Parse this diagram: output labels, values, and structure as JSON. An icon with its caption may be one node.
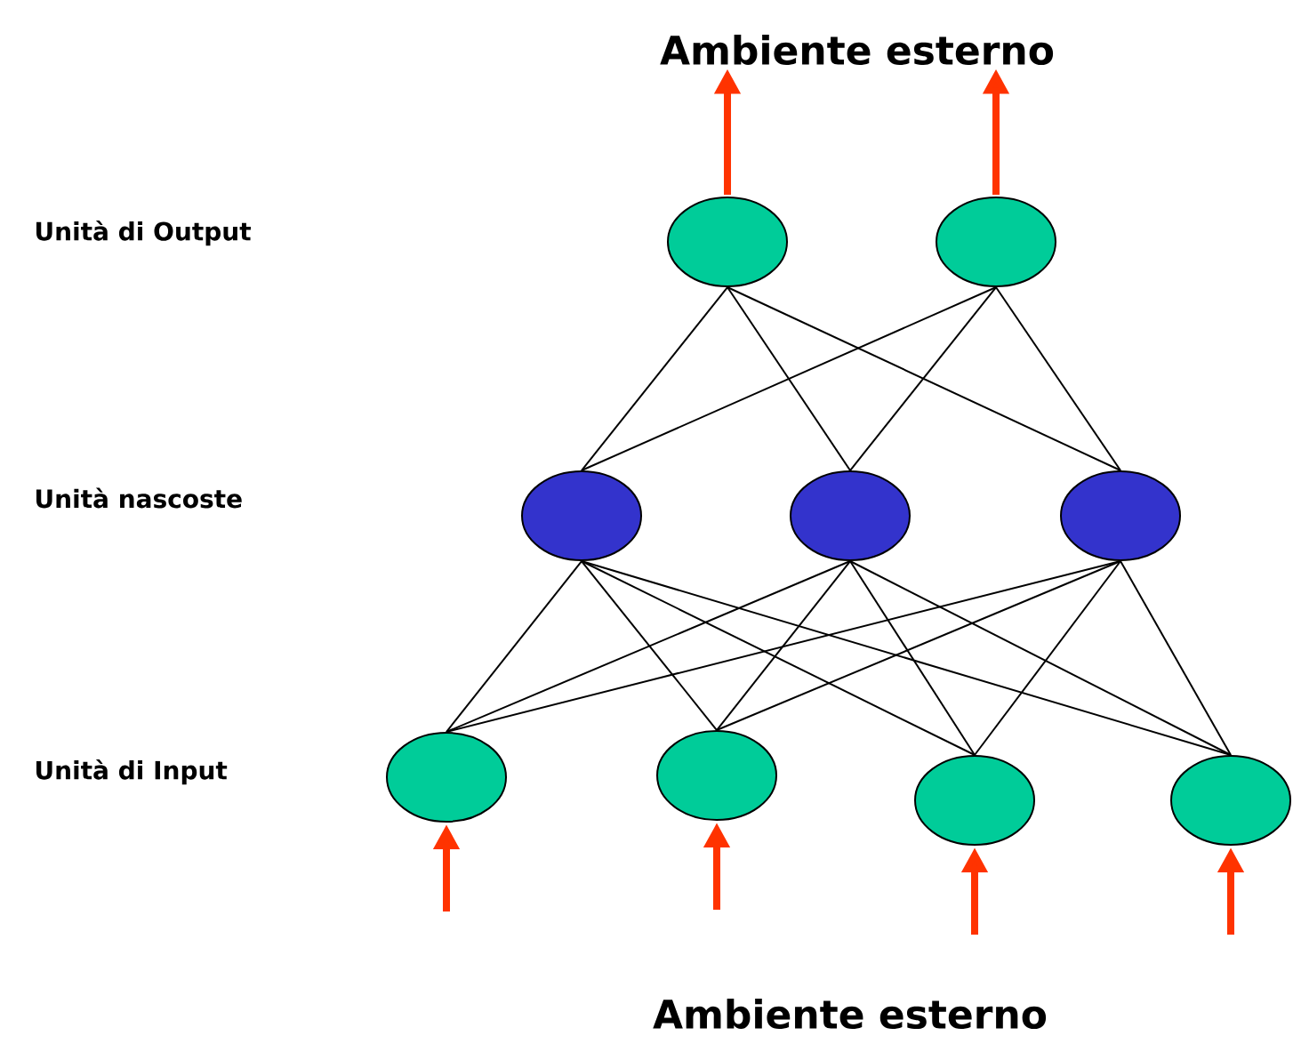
{
  "diagram": {
    "nodes": [
      {
        "text": [
          "Ambiente esterno"
        ]
      },
      {
        "text": [],
        "shape": "circle"
      },
      {
        "text": [],
        "shape": "circle"
      },
      {
        "text": [],
        "shape": "circle"
      },
      {
        "text": [],
        "shape": "circle"
      },
      {
        "text": [],
        "shape": "circle"
      },
      {
        "text": [],
        "shape": "circle"
      },
      {
        "text": [],
        "shape": "circle"
      },
      {
        "text": [],
        "shape": "circle"
      },
      {
        "text": [],
        "shape": "circle"
      }
    ],
    "edges": [
      {
        "from": 1,
        "to": 0,
        "arrow": "to",
        "style": "thick",
        "color": "#ff3300"
      },
      {
        "from": 2,
        "to": 0,
        "arrow": "to",
        "style": "thick",
        "color": "#ff3300"
      },
      {
        "from": 3,
        "to": 1,
        "arrow": "none"
      },
      {
        "from": 3,
        "to": 2,
        "arrow": "none"
      },
      {
        "from": 4,
        "to": 1,
        "arrow": "none"
      },
      {
        "from": 4,
        "to": 2,
        "arrow": "none"
      },
      {
        "from": 5,
        "to": 1,
        "arrow": "none"
      },
      {
        "from": 5,
        "to": 2,
        "arrow": "none"
      },
      {
        "from": 6,
        "to": 3,
        "arrow": "none"
      },
      {
        "from": 6,
        "to": 4,
        "arrow": "none"
      },
      {
        "from": 6,
        "to": 5,
        "arrow": "none"
      },
      {
        "from": 7,
        "to": 3,
        "arrow": "none"
      },
      {
        "from": 7,
        "to": 4,
        "arrow": "none"
      },
      {
        "from": 7,
        "to": 5,
        "arrow": "none"
      },
      {
        "from": 8,
        "to": 3,
        "arrow": "none"
      },
      {
        "from": 8,
        "to": 4,
        "arrow": "none"
      },
      {
        "from": 8,
        "to": 5,
        "arrow": "none"
      },
      {
        "from": 9,
        "to": 3,
        "arrow": "none"
      },
      {
        "from": 9,
        "to": 4,
        "arrow": "none"
      },
      {
        "from": 9,
        "to": 5,
        "arrow": "none"
      },
      {
        "from": null,
        "to": 6,
        "arrow": "to",
        "style": "thick",
        "color": "#ff3300"
      },
      {
        "from": null,
        "to": 7,
        "arrow": "to",
        "style": "thick",
        "color": "#ff3300"
      },
      {
        "from": null,
        "to": 8,
        "arrow": "to",
        "style": "thick",
        "color": "#ff3300"
      },
      {
        "from": null,
        "to": 9,
        "arrow": "to",
        "style": "thick",
        "color": "#ff3300"
      }
    ],
    "labels": [
      "Unità di Output",
      "Unità nascoste",
      "Unità di Input",
      "Ambiente esterno"
    ]
  }
}
